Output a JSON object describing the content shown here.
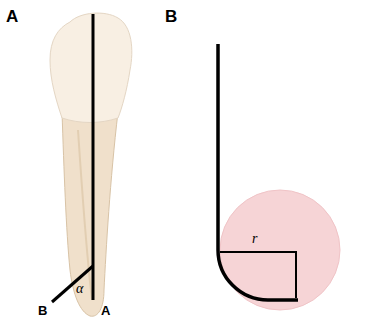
{
  "diagram": {
    "labels": [
      "A",
      "B",
      "B",
      "A",
      "α",
      "r"
    ]
  }
}
